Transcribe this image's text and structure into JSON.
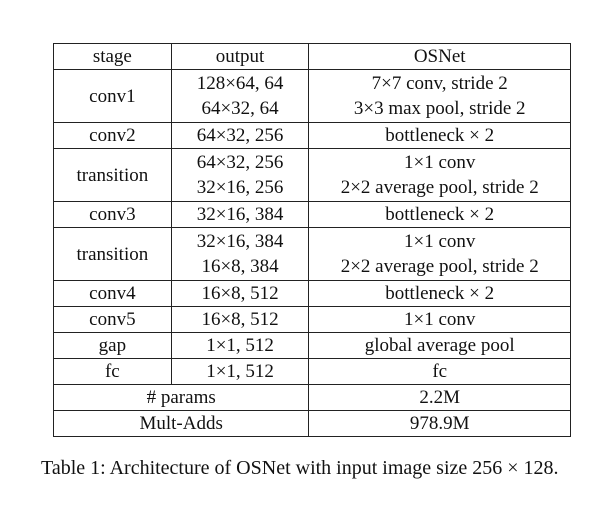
{
  "table": {
    "headers": [
      "stage",
      "output",
      "OSNet"
    ],
    "rows": [
      {
        "stage": "conv1",
        "output": [
          "128×64, 64",
          "64×32, 64"
        ],
        "osnet": [
          "7×7 conv, stride 2",
          "3×3 max pool, stride 2"
        ]
      },
      {
        "stage": "conv2",
        "output": [
          "64×32, 256"
        ],
        "osnet": [
          "bottleneck × 2"
        ]
      },
      {
        "stage": "transition",
        "output": [
          "64×32, 256",
          "32×16, 256"
        ],
        "osnet": [
          "1×1 conv",
          "2×2 average pool, stride 2"
        ]
      },
      {
        "stage": "conv3",
        "output": [
          "32×16, 384"
        ],
        "osnet": [
          "bottleneck × 2"
        ]
      },
      {
        "stage": "transition",
        "output": [
          "32×16, 384",
          "16×8, 384"
        ],
        "osnet": [
          "1×1 conv",
          "2×2 average pool, stride 2"
        ]
      },
      {
        "stage": "conv4",
        "output": [
          "16×8, 512"
        ],
        "osnet": [
          "bottleneck × 2"
        ]
      },
      {
        "stage": "conv5",
        "output": [
          "16×8, 512"
        ],
        "osnet": [
          "1×1 conv"
        ]
      },
      {
        "stage": "gap",
        "output": [
          "1×1, 512"
        ],
        "osnet": [
          "global average pool"
        ]
      },
      {
        "stage": "fc",
        "output": [
          "1×1, 512"
        ],
        "osnet": [
          "fc"
        ]
      }
    ],
    "summary": [
      {
        "label": "# params",
        "value": "2.2M"
      },
      {
        "label": "Mult-Adds",
        "value": "978.9M"
      }
    ]
  },
  "caption": "Table 1: Architecture of OSNet with input image size 256 × 128."
}
